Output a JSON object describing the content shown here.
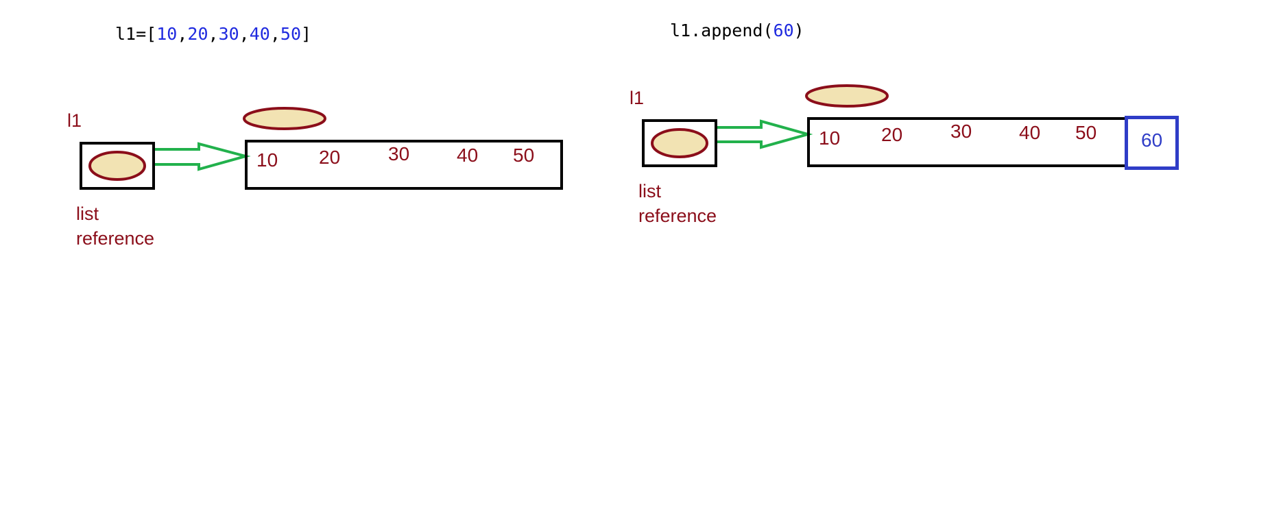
{
  "left": {
    "code": {
      "prefix": "l1=[",
      "values": [
        "10",
        "20",
        "30",
        "40",
        "50"
      ],
      "suffix": "]"
    },
    "var_label": "l1",
    "ref_label_line1": "list",
    "ref_label_line2": "reference",
    "values": [
      "10",
      "20",
      "30",
      "40",
      "50"
    ]
  },
  "right": {
    "code": {
      "prefix": "l1.append(",
      "arg": "60",
      "suffix": ")"
    },
    "var_label": "l1",
    "ref_label_line1": "list",
    "ref_label_line2": "reference",
    "values": [
      "10",
      "20",
      "30",
      "40",
      "50"
    ],
    "appended_value": "60"
  },
  "colors": {
    "ellipse_fill": "#f2e3b3",
    "ellipse_stroke": "#8b0e1a",
    "arrow": "#22b14c",
    "label": "#8b0e1a",
    "code_number": "#1f2adf",
    "appended_box": "#2f3dc7"
  }
}
